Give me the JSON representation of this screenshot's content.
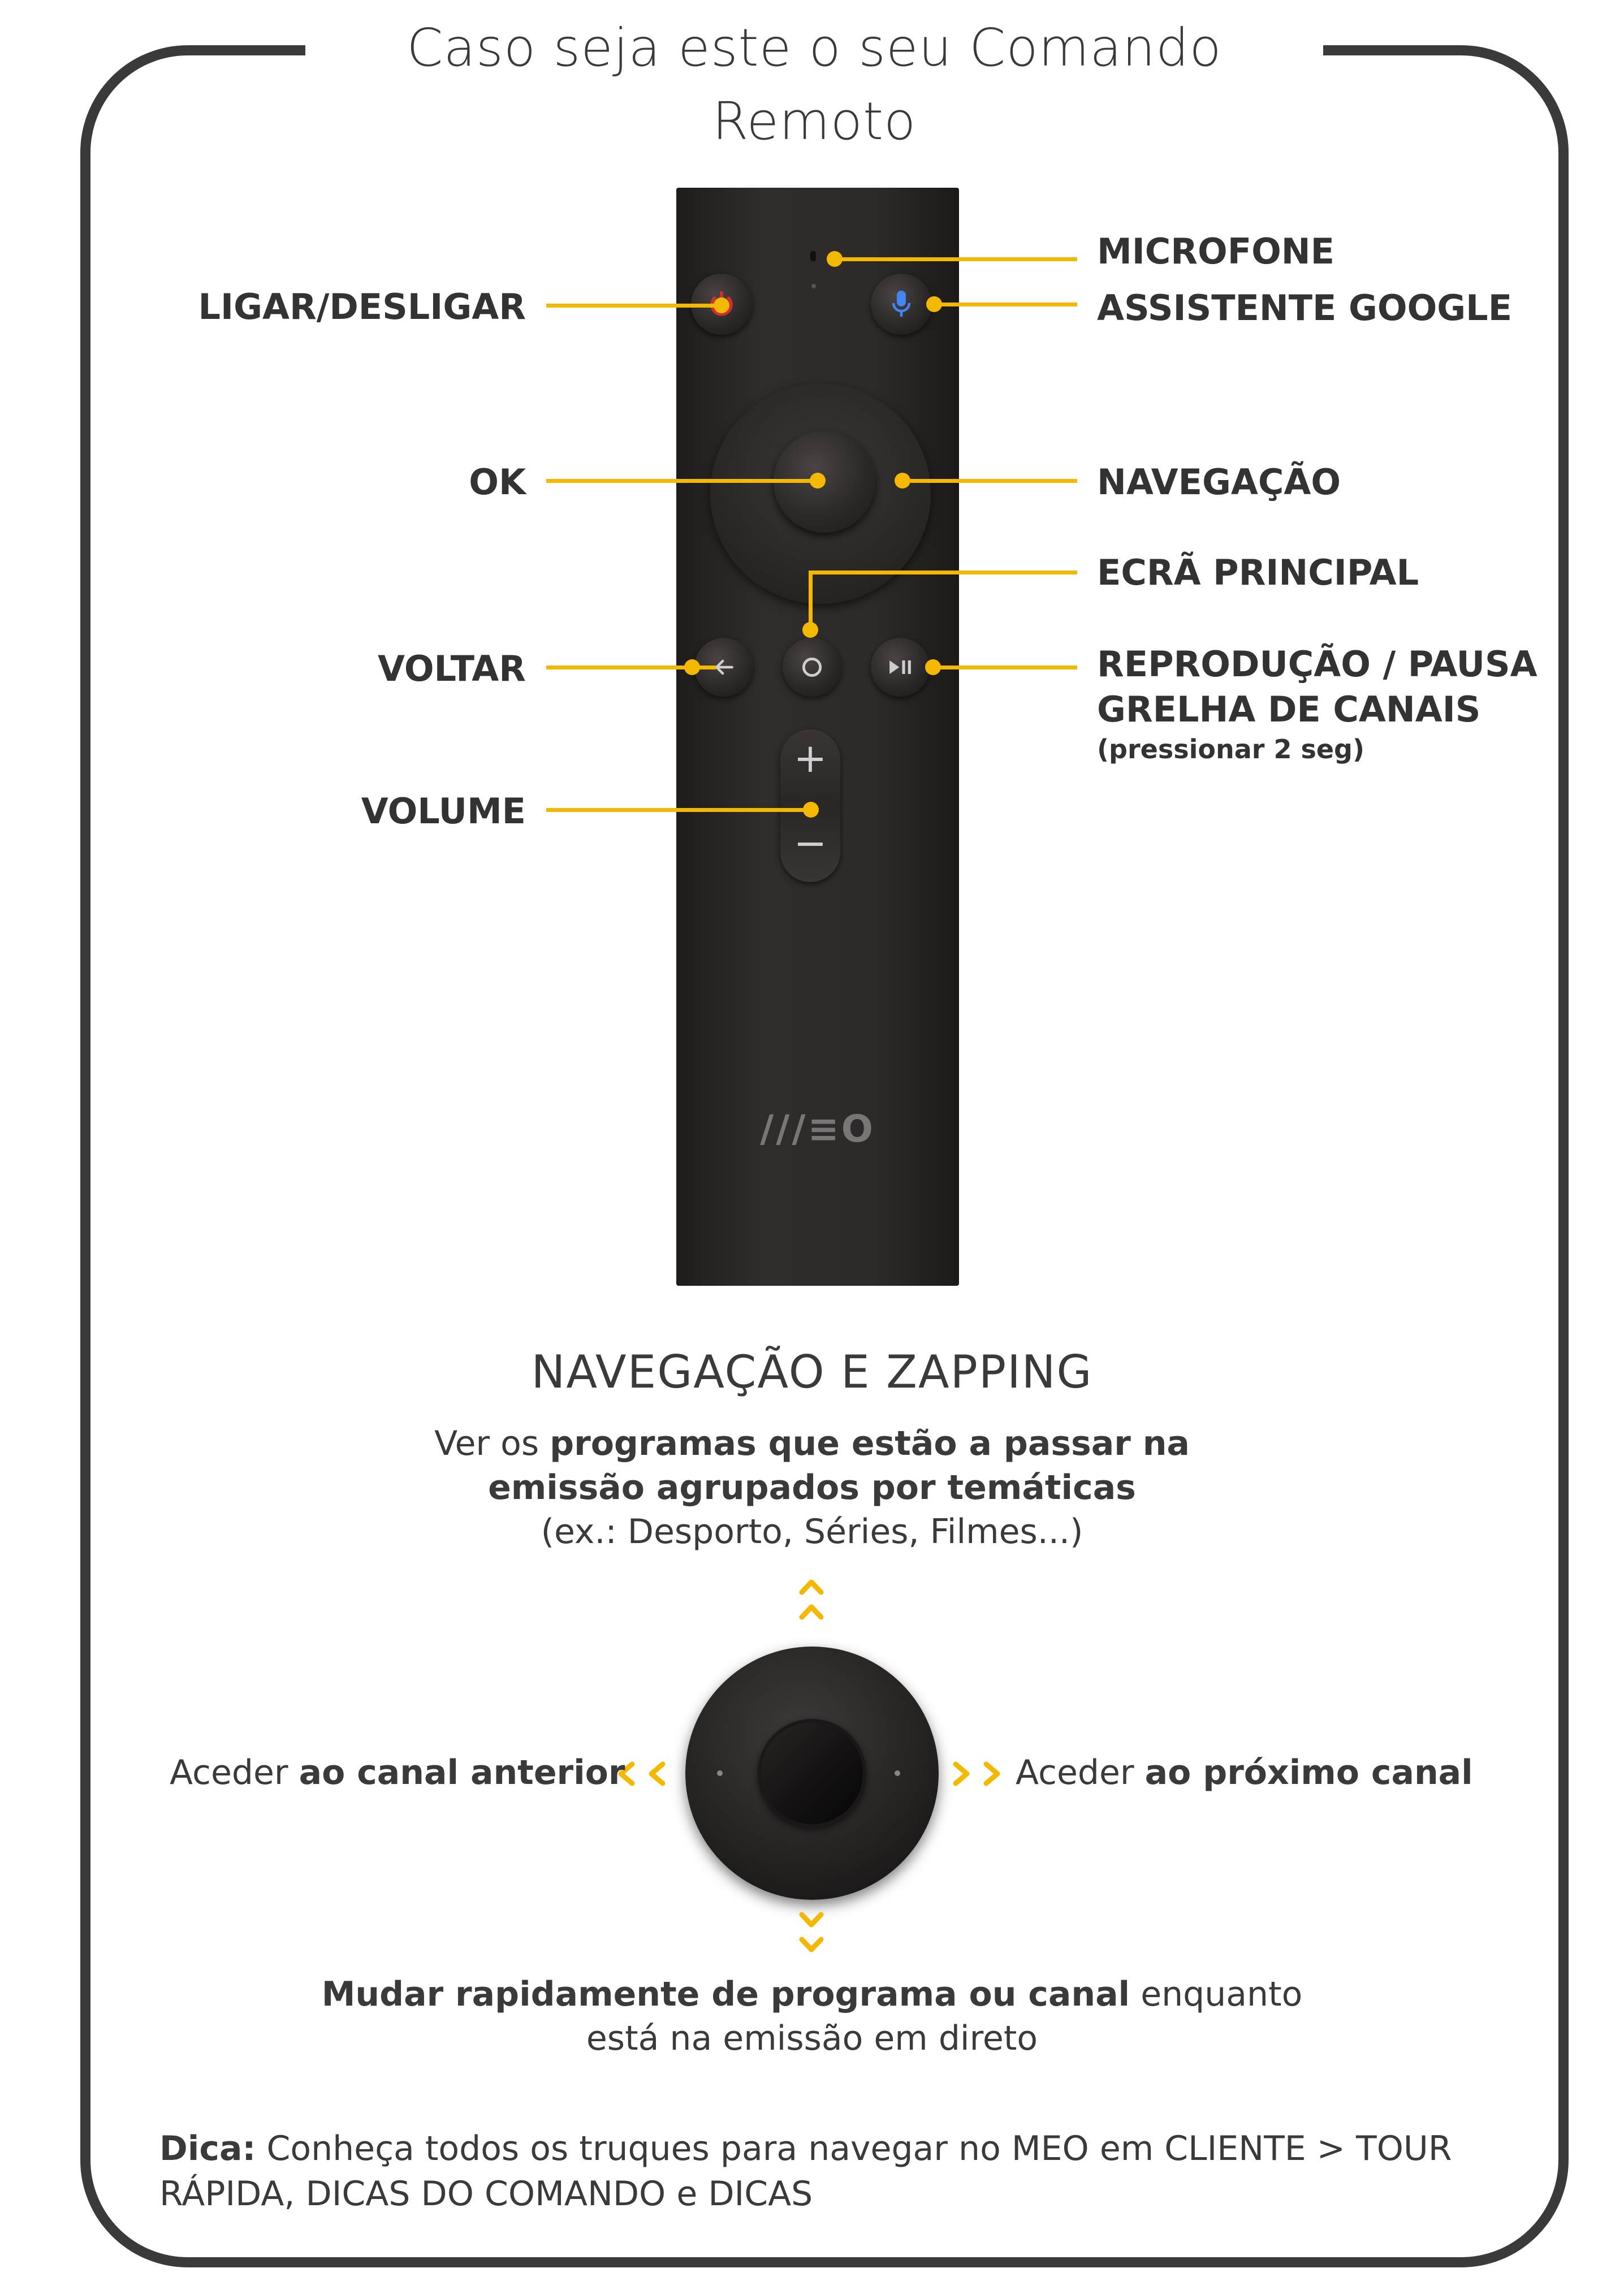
{
  "header": {
    "title": "Caso seja este o seu Comando Remoto"
  },
  "remote": {
    "logo": "///≡O",
    "volume_plus": "+",
    "volume_minus": "−",
    "labels": {
      "microfone": "MICROFONE",
      "assistente": "ASSISTENTE GOOGLE",
      "ligar": "LIGAR/DESLIGAR",
      "ok": "OK",
      "navegacao": "NAVEGAÇÃO",
      "ecra": "ECRÃ PRINCIPAL",
      "voltar": "VOLTAR",
      "reproducao": "REPRODUÇÃO / PAUSA",
      "grelha": "GRELHA DE CANAIS",
      "grelha_sub": "(pressionar 2 seg)",
      "volume": "VOLUME"
    },
    "accent_color": "#f5b800",
    "power_color": "#d32f2f"
  },
  "navigation": {
    "title": "NAVEGAÇÃO E ZAPPING",
    "up": {
      "pre": "Ver os ",
      "bold1": "programas que estão a passar na",
      "bold2": "emissão agrupados por temáticas",
      "line3": "(ex.: Desporto, Séries, Filmes...)"
    },
    "left": {
      "pre": "Aceder ",
      "bold": "ao canal anterior"
    },
    "right": {
      "pre": "Aceder ",
      "bold": "ao próximo canal"
    },
    "down": {
      "bold": "Mudar rapidamente de programa ou canal",
      "post": " enquanto",
      "line2": "está na emissão em direto"
    }
  },
  "tip": {
    "label": "Dica:",
    "text": " Conheça todos os truques para navegar no MEO em CLIENTE > TOUR",
    "line2": "RÁPIDA, DICAS DO COMANDO e DICAS"
  }
}
